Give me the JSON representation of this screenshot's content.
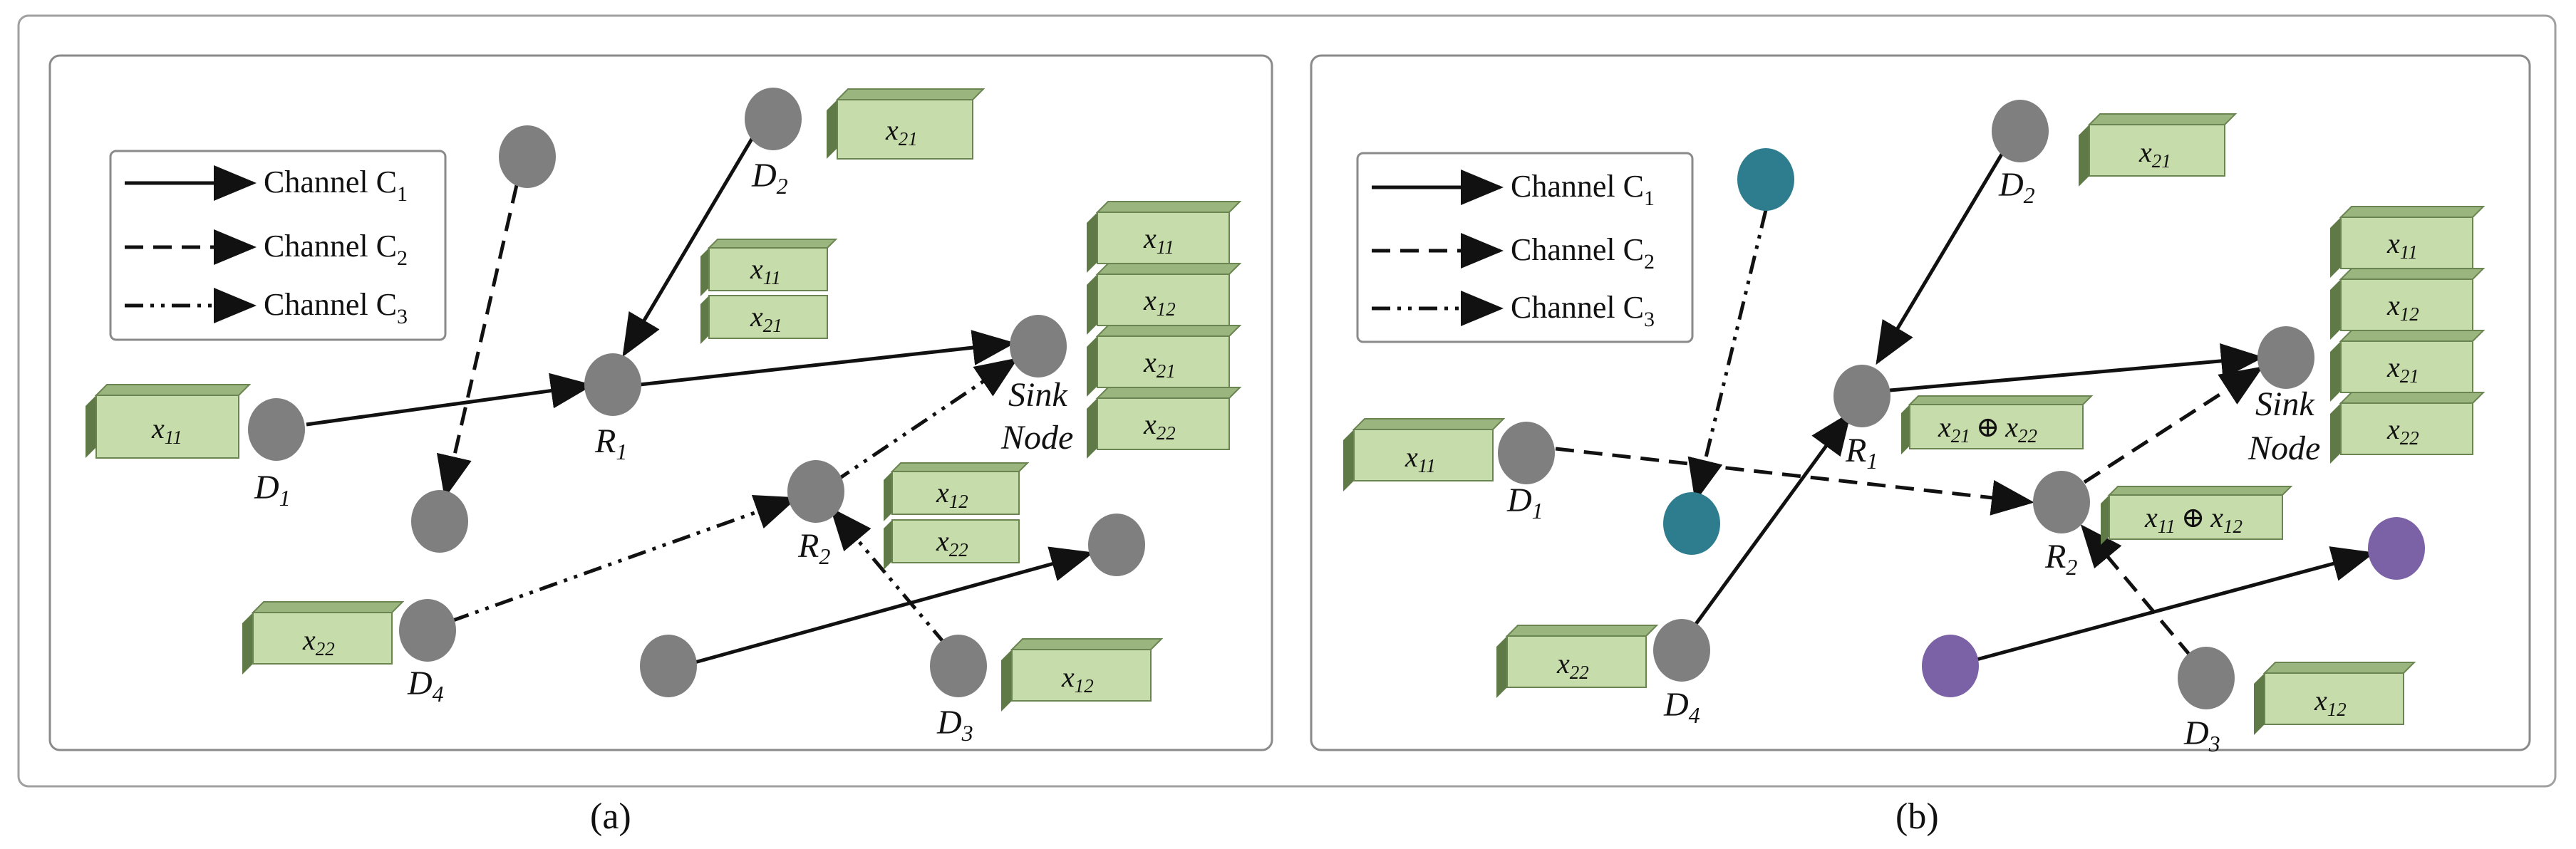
{
  "legend": {
    "items": [
      {
        "text": "Channel C",
        "sub": "1",
        "style": "solid"
      },
      {
        "text": "Channel C",
        "sub": "2",
        "style": "dashed"
      },
      {
        "text": "Channel C",
        "sub": "3",
        "style": "dashdot"
      }
    ]
  },
  "panel_a": {
    "caption": "(a)",
    "nodes": {
      "D1": {
        "name": "D",
        "sub": "1"
      },
      "D2": {
        "name": "D",
        "sub": "2"
      },
      "D3": {
        "name": "D",
        "sub": "3"
      },
      "D4": {
        "name": "D",
        "sub": "4"
      },
      "R1": {
        "name": "R",
        "sub": "1"
      },
      "R2": {
        "name": "R",
        "sub": "2"
      },
      "sink_line1": "Sink",
      "sink_line2": "Node"
    },
    "boxes": {
      "d1": {
        "v": "x",
        "sub": "11"
      },
      "d2": {
        "v": "x",
        "sub": "21"
      },
      "r1_top": {
        "v": "x",
        "sub": "11"
      },
      "r1_bottom": {
        "v": "x",
        "sub": "21"
      },
      "sink": [
        {
          "v": "x",
          "sub": "11"
        },
        {
          "v": "x",
          "sub": "12"
        },
        {
          "v": "x",
          "sub": "21"
        },
        {
          "v": "x",
          "sub": "22"
        }
      ],
      "r2_top": {
        "v": "x",
        "sub": "12"
      },
      "r2_bottom": {
        "v": "x",
        "sub": "22"
      },
      "d4": {
        "v": "x",
        "sub": "22"
      },
      "d3": {
        "v": "x",
        "sub": "12"
      }
    }
  },
  "panel_b": {
    "caption": "(b)",
    "nodes": {
      "D1": {
        "name": "D",
        "sub": "1"
      },
      "D2": {
        "name": "D",
        "sub": "2"
      },
      "D3": {
        "name": "D",
        "sub": "3"
      },
      "D4": {
        "name": "D",
        "sub": "4"
      },
      "R1": {
        "name": "R",
        "sub": "1"
      },
      "R2": {
        "name": "R",
        "sub": "2"
      },
      "sink_line1": "Sink",
      "sink_line2": "Node"
    },
    "boxes": {
      "d1": {
        "v": "x",
        "sub": "11"
      },
      "d2": {
        "v": "x",
        "sub": "21"
      },
      "sink": [
        {
          "v": "x",
          "sub": "11"
        },
        {
          "v": "x",
          "sub": "12"
        },
        {
          "v": "x",
          "sub": "21"
        },
        {
          "v": "x",
          "sub": "22"
        }
      ],
      "r1_xor": {
        "v1": "x",
        "s1": "21",
        "op": "⊕",
        "v2": "x",
        "s2": "22"
      },
      "r2_xor": {
        "v1": "x",
        "s1": "11",
        "op": "⊕",
        "v2": "x",
        "s2": "12"
      },
      "d4": {
        "v": "x",
        "sub": "22"
      },
      "d3": {
        "v": "x",
        "sub": "12"
      }
    }
  },
  "colors": {
    "node_gray": "#7f7f7f",
    "node_teal": "#2e7d8f",
    "node_purple": "#7b61a6",
    "box_front": "#c6dcaa",
    "box_top": "#9bb57f",
    "box_side": "#5f7a46",
    "frame": "#a0a0a0"
  }
}
